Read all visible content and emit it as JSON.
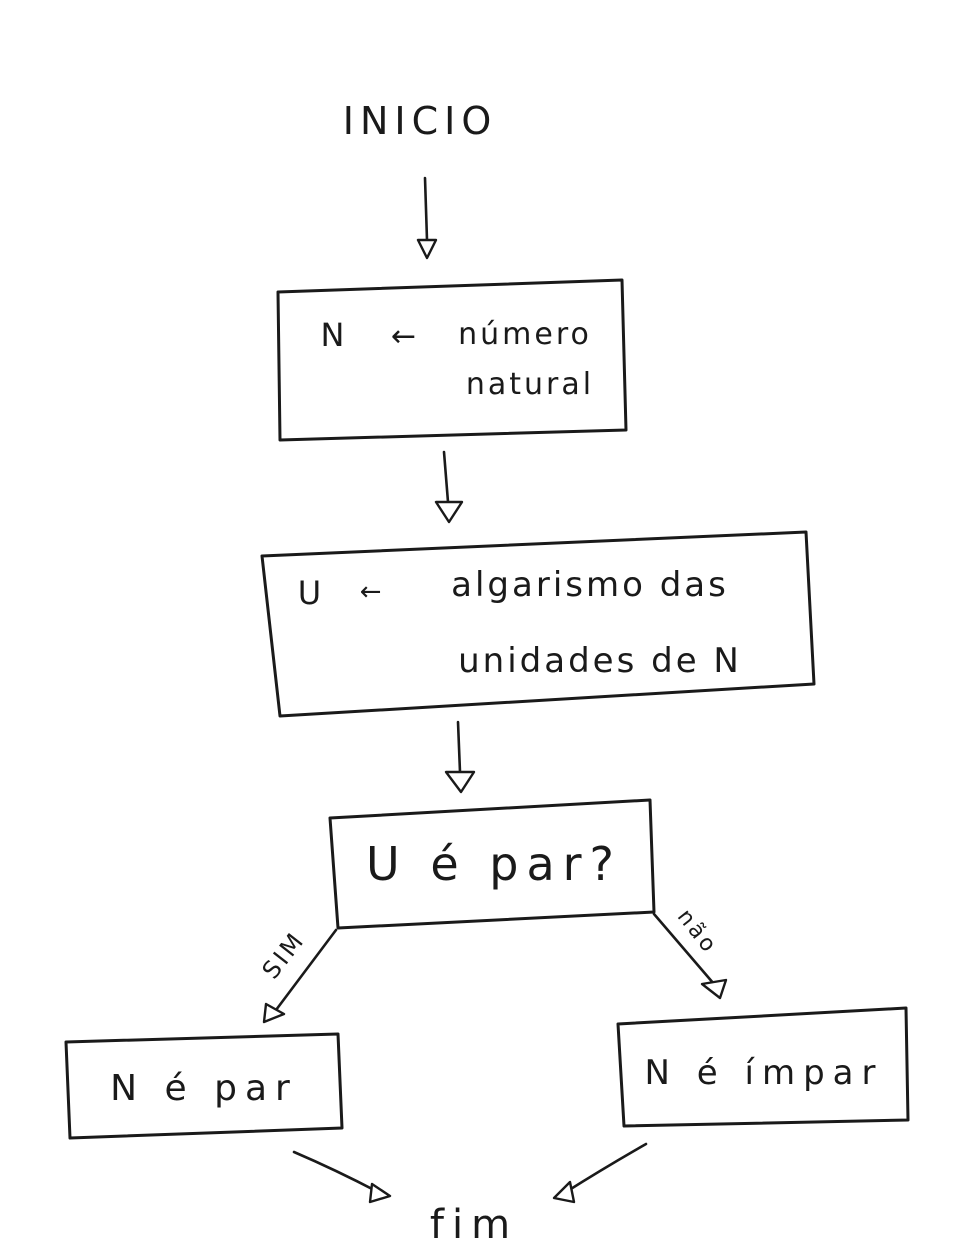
{
  "diagram": {
    "start": "INICIO",
    "input_step": {
      "var": "N",
      "arrow": "←",
      "line1": "número",
      "line2": "natural"
    },
    "assign_step": {
      "var": "U",
      "arrow": "←",
      "line1": "algarismo das",
      "line2": "unidades de N"
    },
    "decision": {
      "text": "U é par?",
      "yes_label": "SIM",
      "no_label": "não"
    },
    "result_even": "N é par",
    "result_odd": "N é ímpar",
    "end": "fim"
  }
}
